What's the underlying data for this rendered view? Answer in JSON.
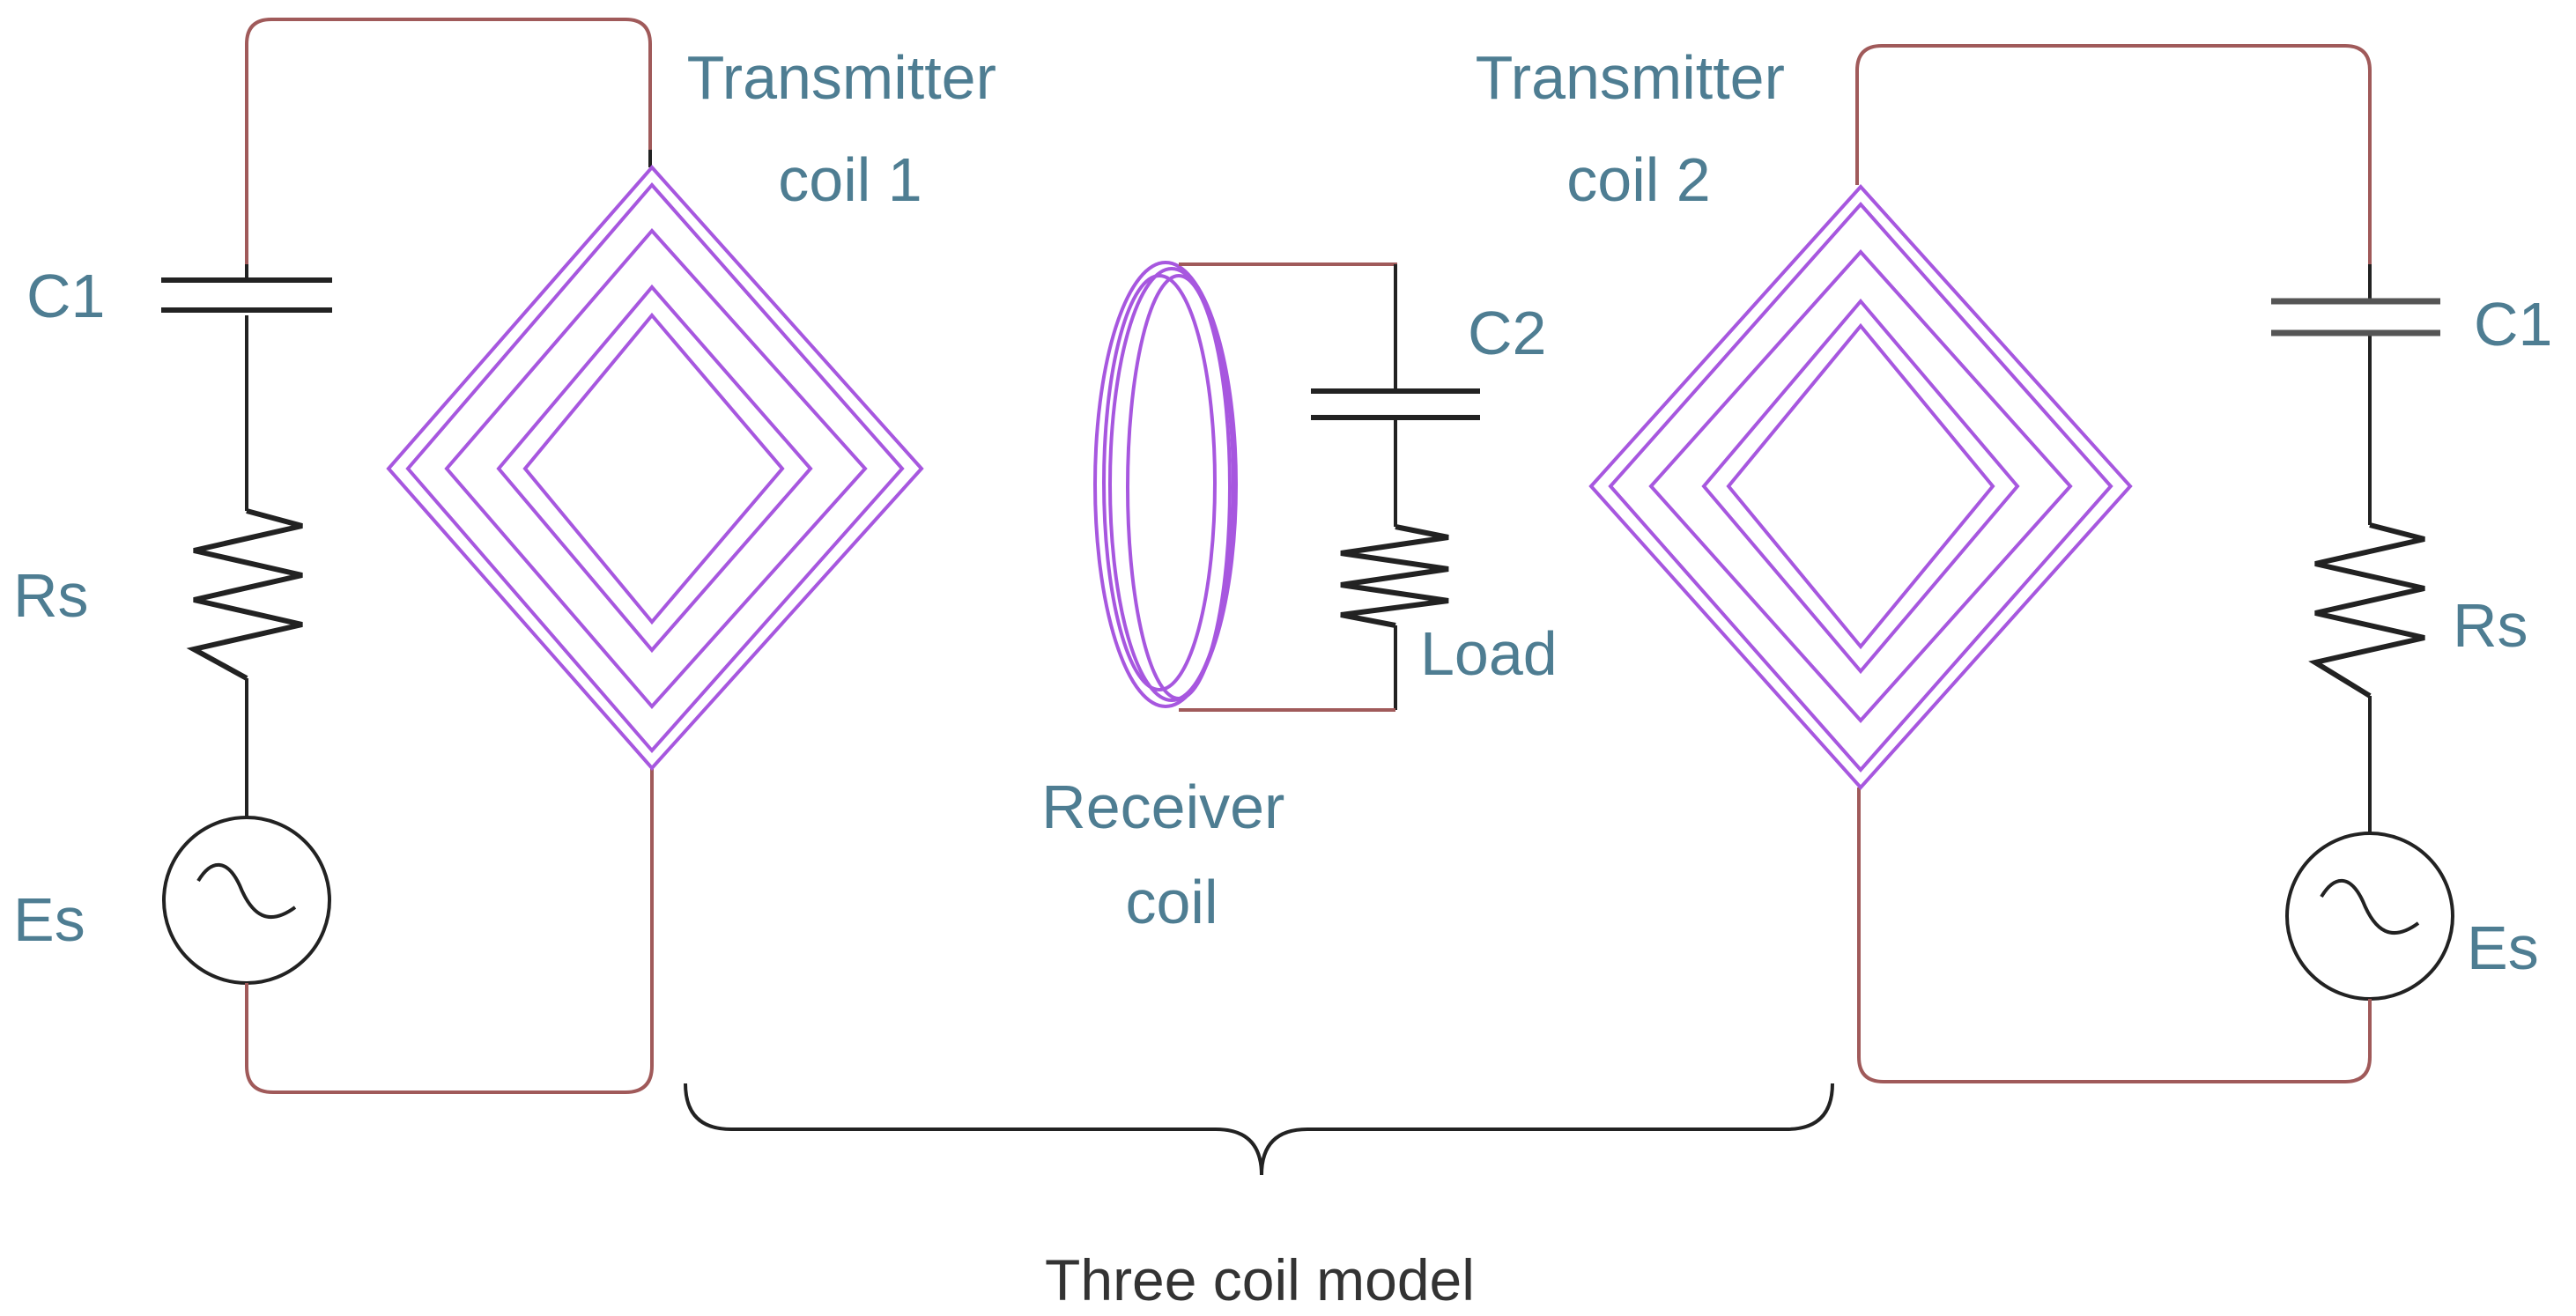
{
  "diagram": {
    "transmitter1_label": [
      "Transmitter",
      "coil 1"
    ],
    "transmitter2_label": [
      "Transmitter",
      "coil 2"
    ],
    "receiver_label": [
      "Receiver",
      "coil"
    ],
    "left_capacitor_label": "C1",
    "right_capacitor_label": "C1",
    "receiver_capacitor_label": "C2",
    "load_label": "Load",
    "left_resistor_label": "Rs",
    "right_resistor_label": "Rs",
    "left_source_label": "Es",
    "right_source_label": "Es",
    "model_caption": "Three coil model"
  },
  "colors": {
    "label": "#4e7d92",
    "coil": "#a757df",
    "wire": "#a05a5a",
    "component": "#222222"
  }
}
